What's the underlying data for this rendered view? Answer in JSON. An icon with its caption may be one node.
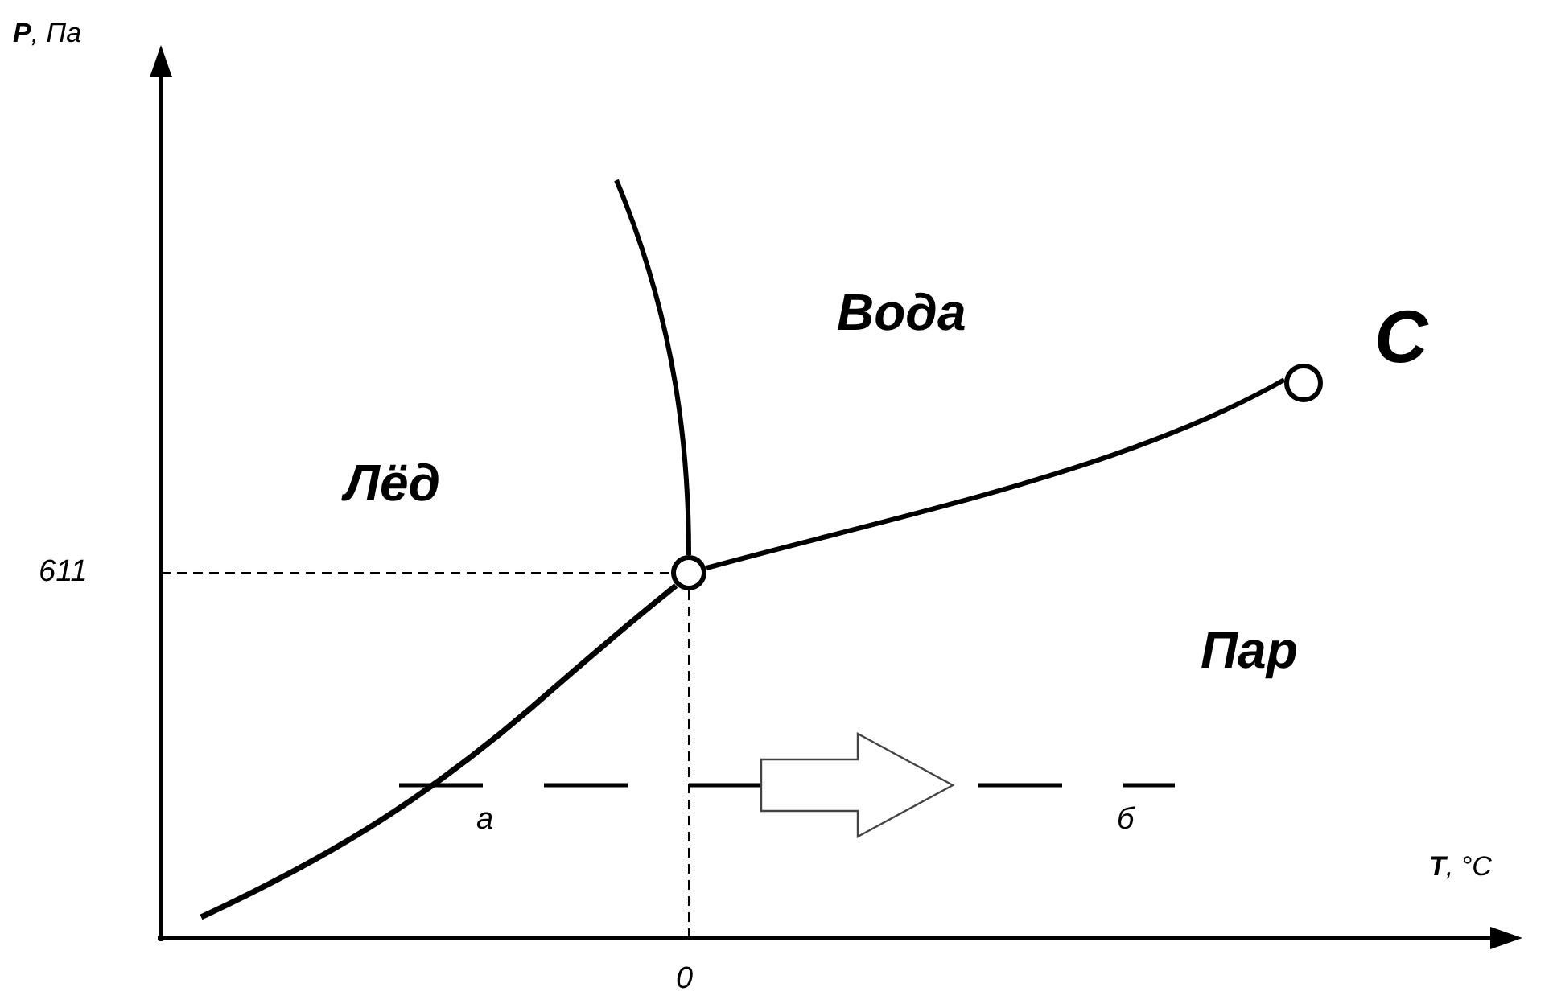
{
  "diagram": {
    "nodes": [
      {
        "text": [],
        "shape": "circle"
      },
      {
        "text": [],
        "shape": "circle",
        "beside": [
          "C"
        ]
      }
    ],
    "edges": [
      {
        "from": 0,
        "to": 1,
        "arrow": "none"
      }
    ],
    "labels": [
      "**P**, Па",
      "611",
      "Лёд",
      "Вода",
      "Пар",
      "а",
      "б",
      "**T**, °C",
      "0"
    ]
  }
}
